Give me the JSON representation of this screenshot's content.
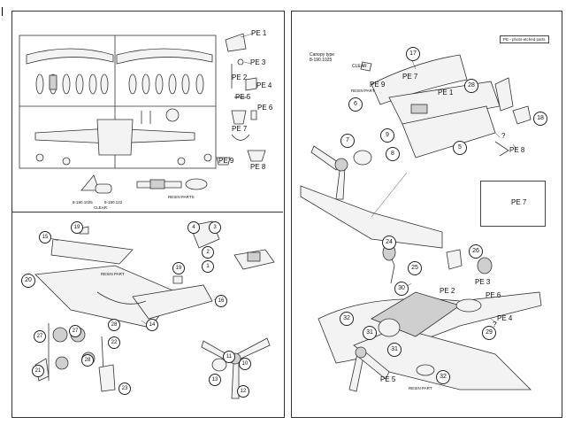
{
  "sprue_sheet": {
    "pe_labels": [
      {
        "id": "pe-1",
        "text": "PE 1"
      },
      {
        "id": "pe-2",
        "text": "PE 2"
      },
      {
        "id": "pe-3",
        "text": "PE 3"
      },
      {
        "id": "pe-4",
        "text": "PE 4"
      },
      {
        "id": "pe-5",
        "text": "PE 5"
      },
      {
        "id": "pe-6",
        "text": "PE 6"
      },
      {
        "id": "pe-7",
        "text": "PE 7"
      },
      {
        "id": "pe-8",
        "text": "PE 8"
      },
      {
        "id": "pe-9",
        "text": "PE 9"
      }
    ],
    "canopy_left_code": "8-190.1025",
    "canopy_right_code": "8-190.122",
    "clear_label": "CLEAR",
    "resin_parts_label": "RESIN PARTS"
  },
  "step1": {
    "callouts": [
      "19",
      "20",
      "15",
      "16",
      "14",
      "19",
      "1",
      "2",
      "3",
      "4",
      "27",
      "27",
      "28",
      "28",
      "22",
      "23",
      "21",
      "10",
      "11",
      "12",
      "13"
    ],
    "resin_part_label": "RESIN PART"
  },
  "step2": {
    "legend": "PE - photo-etched parts",
    "canopy_type_line1": "Canopy type",
    "canopy_type_line2": "8-190.1025",
    "clear_label": "CLEAR",
    "resin_part_label": "RESIN PART",
    "callouts": [
      "17",
      "6",
      "9",
      "8",
      "7",
      "28",
      "5",
      "18"
    ],
    "pe_labels": [
      "PE 9",
      "PE 7",
      "PE 1",
      "PE 8"
    ],
    "question_mark": "?",
    "inset_pe": "PE 7"
  },
  "step3": {
    "callouts": [
      "24",
      "25",
      "26",
      "30",
      "32",
      "31",
      "31",
      "32",
      "29"
    ],
    "pe_labels": [
      "PE 2",
      "PE 3",
      "PE 6",
      "PE 4",
      "PE 5"
    ],
    "question_mark": "?",
    "resin_part_label": "RESIN PART"
  }
}
